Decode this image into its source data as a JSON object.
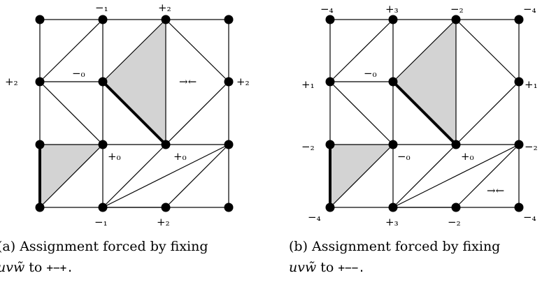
{
  "figures": [
    {
      "caption_line1": "(a) Assignment forced by fixing",
      "caption_vars": "uvw̃",
      "caption_to": "to",
      "caption_code": "+−+.",
      "labels": {
        "top1": "−₁",
        "top2": "+₂",
        "left2": "+₂",
        "inner0": "−₀",
        "arrows": "→←",
        "right2": "+₂",
        "mid0a": "+₀",
        "mid0b": "+₀",
        "bot1": "−₁",
        "bot2": "+₂"
      }
    },
    {
      "caption_line1": "(b) Assignment forced by fixing",
      "caption_vars": "uvw̃",
      "caption_to": "to",
      "caption_code": "+−−.",
      "labels": {
        "tl": "−₄",
        "top3": "+₃",
        "top2": "−₂",
        "tr": "−₄",
        "left1": "+₁",
        "inner0": "−₀",
        "right1": "+₁",
        "left2": "−₂",
        "mid0a": "−₀",
        "mid0b": "+₀",
        "right2": "−₂",
        "arrows": "→←",
        "bl": "−₄",
        "bot3": "+₃",
        "bot2": "−₂",
        "br": "−₄"
      }
    }
  ]
}
